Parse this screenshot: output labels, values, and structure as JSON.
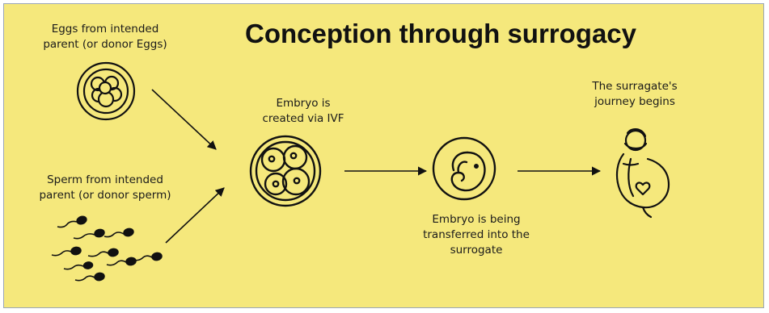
{
  "title": "Conception through surrogacy",
  "colors": {
    "background": "#f5e87c",
    "ink": "#111111",
    "frame": "#9aa6b8"
  },
  "steps": {
    "eggs": {
      "line1": "Eggs from intended",
      "line2": "parent (or donor Eggs)",
      "icon": "eggs-icon"
    },
    "sperm": {
      "line1": "Sperm from intended",
      "line2": "parent (or donor sperm)",
      "icon": "sperm-icon"
    },
    "embryo_created": {
      "line1": "Embryo is",
      "line2": "created via IVF",
      "icon": "embryo-cells-icon"
    },
    "embryo_transfer": {
      "line1": "Embryo is being",
      "line2": "transferred into the",
      "line3": "surrogate",
      "icon": "fetus-icon"
    },
    "journey": {
      "line1": "The surragate's",
      "line2": "journey begins",
      "icon": "pregnant-woman-icon"
    }
  }
}
